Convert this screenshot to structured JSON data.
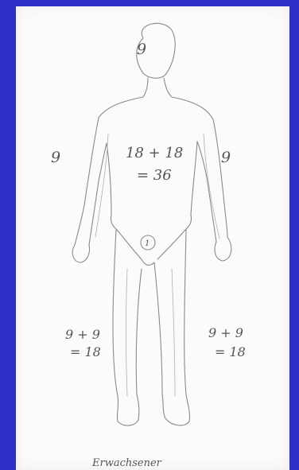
{
  "labels": {
    "head": "9",
    "right_arm": "9",
    "left_arm": "9",
    "torso_line1": "18 + 18",
    "torso_line2": "= 36",
    "groin": "1",
    "right_leg_line1": "9 + 9",
    "right_leg_line2": "= 18",
    "left_leg_line1": "9 + 9",
    "left_leg_line2": "= 18",
    "caption": "Erwachsener"
  },
  "colors": {
    "background": "#2e2ec8",
    "paper": "#fbfbf9",
    "pencil": "#8a8a8a",
    "writing": "#555555"
  }
}
